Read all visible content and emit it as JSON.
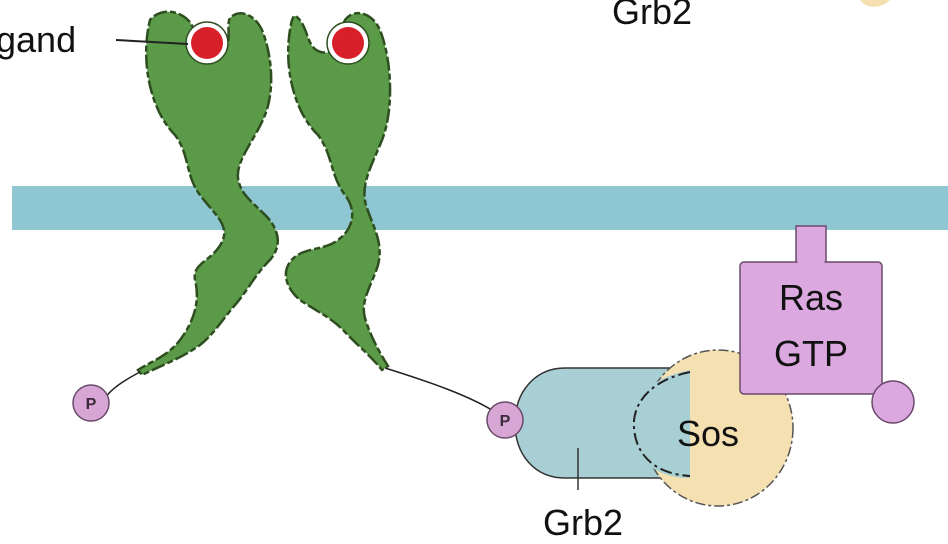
{
  "labels": {
    "ligand": "gand",
    "grb2_top": "Grb2",
    "grb2_bottom": "Grb2",
    "sos": "Sos",
    "ras_line1": "Ras",
    "ras_line2": "GTP",
    "phospho_left": "P",
    "phospho_right": "P"
  },
  "colors": {
    "membrane": "#8ec6d2",
    "receptor": "#5a9a48",
    "receptor_outline": "#2e4e20",
    "ligand": "#d8202a",
    "phosphate": "#d8a6d4",
    "grb2": "#a8d0d4",
    "sos": "#f4e0b0",
    "ras": "#dca8e0",
    "ras_outline": "#6a4a6a"
  }
}
